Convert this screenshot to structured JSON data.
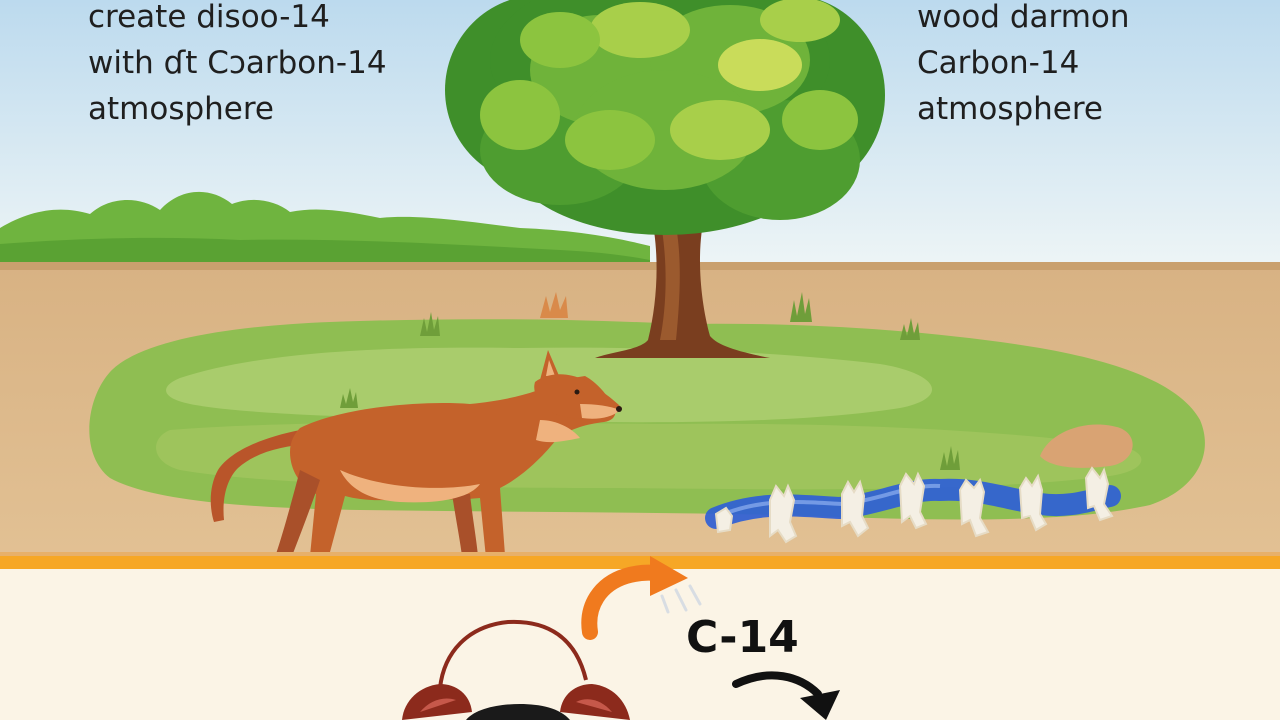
{
  "labels": {
    "left": [
      "create disoo-14",
      "with ɗt Cɔarbon-14",
      "atmosphere"
    ],
    "right": [
      "wood darmon",
      "Carbon-14",
      "atmosphere"
    ],
    "c14": "C-14"
  },
  "colors": {
    "sky_top": "#bfdcef",
    "sky_bottom": "#eef5f7",
    "soil": "#ddb98a",
    "soil_dark": "#c99b66",
    "grass": "#7fb84a",
    "grass_light": "#a9cd6b",
    "foliage_dark": "#3f8f2a",
    "foliage": "#6fb33a",
    "foliage_light": "#a8cf4a",
    "trunk": "#7a3e1f",
    "animal": "#c4622b",
    "animal_belly": "#efb27e",
    "bones_blue": "#2f5fd6",
    "bone_white": "#f4efe4",
    "ground_band": "#f6a726",
    "bottom_panel": "#fbf4e6",
    "arrow_orange": "#f07a1e",
    "clock": "#8c2a1c"
  },
  "icons": [
    "tree-illustration",
    "animal-illustration",
    "fossil-bones-illustration",
    "orange-arrow-icon",
    "black-arrow-icon",
    "alarm-clock-icon"
  ]
}
